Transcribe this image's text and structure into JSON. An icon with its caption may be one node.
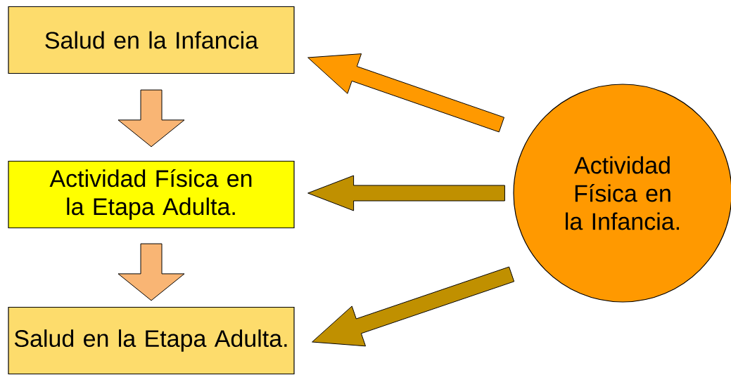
{
  "diagram": {
    "nodes": [
      {
        "text": [
          "Salud en la Infancia"
        ]
      },
      {
        "text": [
          "Actividad Física en la Etapa Adulta."
        ]
      },
      {
        "text": [
          "Salud en la Etapa Adulta."
        ]
      },
      {
        "text": [
          "Actividad Física en la Infancia."
        ]
      }
    ],
    "edges": [
      {
        "from": 0,
        "to": 1,
        "arrow": "to",
        "color": "#f9b574"
      },
      {
        "from": 1,
        "to": 2,
        "arrow": "to",
        "color": "#f9b574"
      },
      {
        "from": 3,
        "to": 0,
        "arrow": "to",
        "color": "#ff9900"
      },
      {
        "from": 3,
        "to": 1,
        "arrow": "to",
        "color": "#c09000"
      },
      {
        "from": 3,
        "to": 2,
        "arrow": "to",
        "color": "#c09000"
      }
    ]
  }
}
